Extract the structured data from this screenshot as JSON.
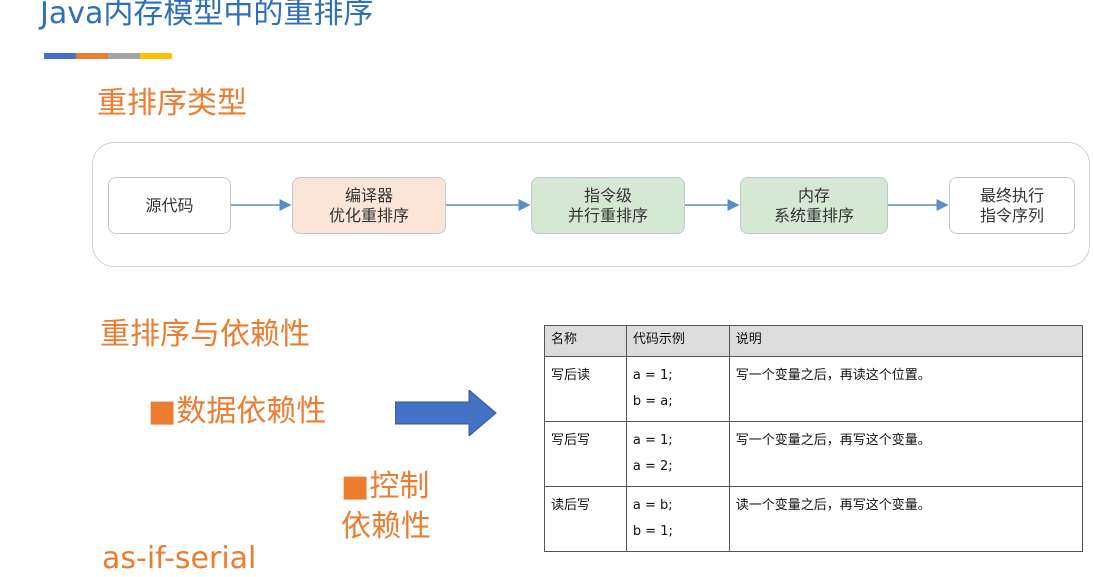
{
  "page": {
    "title": "Java内存模型中的重排序",
    "accent_colors": [
      "#4472c4",
      "#ed7d31",
      "#a5a5a5",
      "#ffc000"
    ]
  },
  "sections": {
    "reorder_types": "重排序类型",
    "reorder_dependency": "重排序与依赖性",
    "data_dependency": "■数据依赖性",
    "control_dependency_line1": "■控制",
    "control_dependency_line2": "依赖性",
    "as_if_serial": "as-if-serial"
  },
  "flow": {
    "steps": [
      {
        "line1": "源代码",
        "line2": "",
        "fill": "#ffffff"
      },
      {
        "line1": "编译器",
        "line2": "优化重排序",
        "fill": "#fbe5d6"
      },
      {
        "line1": "指令级",
        "line2": "并行重排序",
        "fill": "#d5e8d4"
      },
      {
        "line1": "内存",
        "line2": "系统重排序",
        "fill": "#d5e8d4"
      },
      {
        "line1": "最终执行",
        "line2": "指令序列",
        "fill": "#ffffff"
      }
    ],
    "arrow_color": "#5b8ec6"
  },
  "arrow": {
    "color": "#4472c4"
  },
  "table": {
    "headers": [
      "名称",
      "代码示例",
      "说明"
    ],
    "rows": [
      {
        "name": "写后读",
        "code1": "a = 1;",
        "code2": "b = a;",
        "desc": "写一个变量之后，再读这个位置。"
      },
      {
        "name": "写后写",
        "code1": "a = 1;",
        "code2": "a = 2;",
        "desc": "写一个变量之后，再写这个变量。"
      },
      {
        "name": "读后写",
        "code1": "a = b;",
        "code2": "b = 1;",
        "desc": "读一个变量之后，再写这个变量。"
      }
    ]
  }
}
